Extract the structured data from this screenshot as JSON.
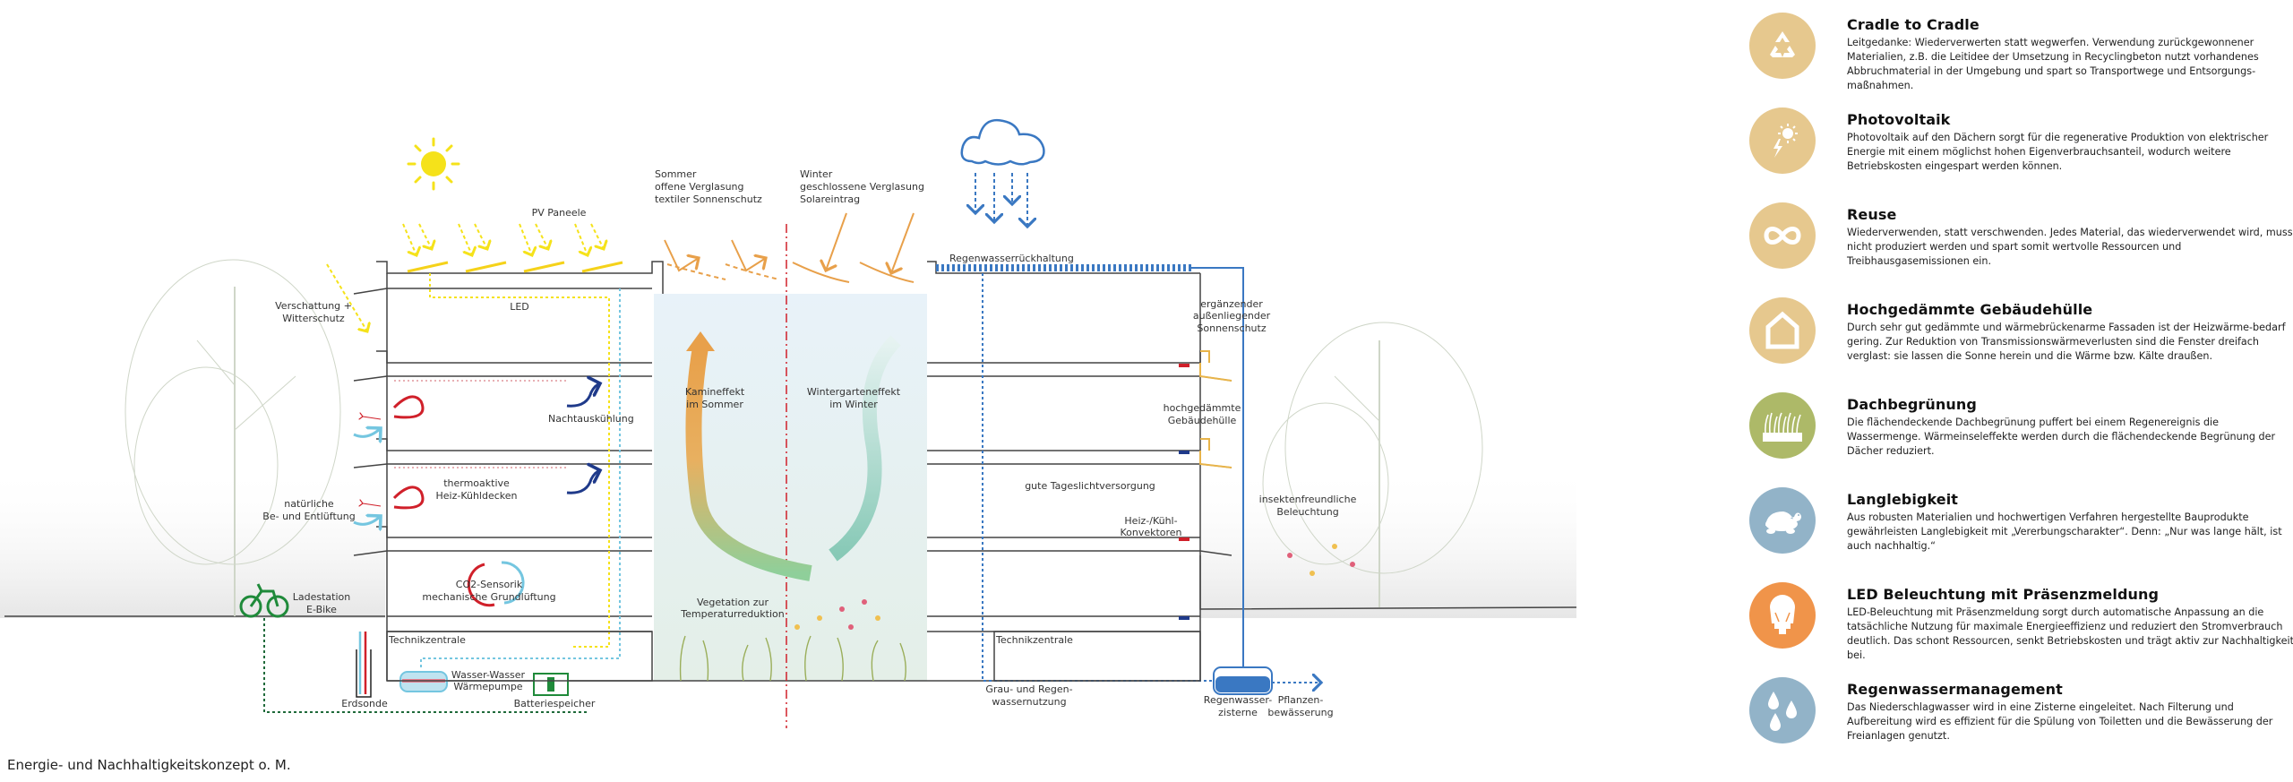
{
  "colors": {
    "tan": "#e6c88e",
    "green_roof": "#adb968",
    "blue_grey": "#92b3c8",
    "orange": "#f0944a",
    "sun_yellow": "#f5e21a",
    "orange_arrow": "#e8a04a",
    "rain_blue": "#3a78c2",
    "heat_red": "#d0202a",
    "cool_blue": "#74c6e0",
    "night_blue": "#1f3a8a",
    "bike_green": "#1f8a3a",
    "axis_red": "#d0202a"
  },
  "caption": "Energie- und Nachhaltigkeitskonzept o. M.",
  "diagram": {
    "labels": {
      "pv": "PV Paneele",
      "led": "LED",
      "shading": [
        "Verschattung +",
        "Witterschutz"
      ],
      "summer": [
        "Sommer",
        "offene Verglasung",
        "textiler Sonnenschutz"
      ],
      "winter": [
        "Winter",
        "geschlossene Verglasung",
        "Solareintrag"
      ],
      "rain_retention": "Regenwasserrückhaltung",
      "ext_shading": [
        "ergänzender",
        "außenliegender",
        "Sonnenschutz"
      ],
      "night_cooling": "Nachtauskühlung",
      "chimney": [
        "Kamineffekt",
        "im Sommer"
      ],
      "wintergarden": [
        "Wintergarteneffekt",
        "im Winter"
      ],
      "insulation": [
        "hochgedämmte",
        "Gebäudehülle"
      ],
      "thermo_ceiling": [
        "thermoaktive",
        "Heiz-Kühldecken"
      ],
      "daylight": "gute Tageslichtversorgung",
      "natural_vent": [
        "natürliche",
        "Be- und Entlüftung"
      ],
      "convectors": [
        "Heiz-/Kühl-",
        "Konvektoren"
      ],
      "insect_light": [
        "insektenfreundliche",
        "Beleuchtung"
      ],
      "co2": [
        "CO2-Sensorik",
        "mechanische Grundlüftung"
      ],
      "vegetation": [
        "Vegetation zur",
        "Temperaturreduktion"
      ],
      "ebike": [
        "Ladestation",
        "E-Bike"
      ],
      "tech_left": "Technikzentrale",
      "tech_right": "Technikzentrale",
      "heatpump": [
        "Wasser-Wasser",
        "Wärmepumpe"
      ],
      "erdsonde": "Erdsonde",
      "battery": "Batteriespeicher",
      "greywater": [
        "Grau- und Regen-",
        "wassernutzung"
      ],
      "cistern": [
        "Regenwasser-",
        "zisterne"
      ],
      "irrigation": [
        "Pflanzen-",
        "bewässerung"
      ]
    }
  },
  "legend": [
    {
      "title": "Cradle to Cradle",
      "icon": "recycle-icon",
      "color": "#e6c88e",
      "desc": "Leitgedanke: Wiederverwerten statt wegwerfen. Verwendung zurückgewonnener Materialien, z.B. die Leitidee der Umsetzung in Recyclingbeton nutzt vorhandenes Abbruchmaterial in der Umgebung und spart so Transportwege und Entsorgungs-maßnahmen."
    },
    {
      "title": "Photovoltaik",
      "icon": "solar-lightning-icon",
      "color": "#e6c88e",
      "desc": "Photovoltaik auf den Dächern sorgt für die regenerative Produktion von elektrischer Energie mit einem möglichst hohen Eigenverbrauchsanteil, wodurch weitere Betriebskosten eingespart werden können."
    },
    {
      "title": "Reuse",
      "icon": "infinity-icon",
      "color": "#e6c88e",
      "desc": "Wiederverwenden, statt verschwenden. Jedes Material, das wiederverwendet wird, muss nicht produziert werden und spart somit wertvolle Ressourcen und Treibhausgasemissionen ein."
    },
    {
      "title": "Hochgedämmte Gebäudehülle",
      "icon": "house-icon",
      "color": "#e6c88e",
      "desc": "Durch sehr gut gedämmte und wärmebrückenarme Fassaden ist der Heizwärme-bedarf gering. Zur Reduktion von Transmissionswärmeverlusten sind die Fenster dreifach verglast: sie lassen die Sonne herein und die Wärme bzw. Kälte draußen."
    },
    {
      "title": "Dachbegrünung",
      "icon": "grass-icon",
      "color": "#adb968",
      "desc": "Die flächendeckende Dachbegrünung puffert bei einem Regenereignis die Wassermenge. Wärmeinseleffekte werden durch die flächendeckende Begrünung der Dächer reduziert."
    },
    {
      "title": "Langlebigkeit",
      "icon": "turtle-icon",
      "color": "#92b3c8",
      "desc": "Aus robusten Materialien und hochwertigen Verfahren hergestellte Bauprodukte gewährleisten Langlebigkeit mit „Vererbungscharakter“. Denn: „Nur was lange hält, ist auch nachhaltig.“"
    },
    {
      "title": "LED Beleuchtung mit Präsenzmeldung",
      "icon": "light-bulb-icon",
      "color": "#f0944a",
      "desc": "LED-Beleuchtung mit Präsenzmeldung sorgt durch automatische Anpassung an die tatsächliche Nutzung für maximale Energieeffizienz und reduziert den Stromverbrauch deutlich. Das schont Ressourcen, senkt Betriebskosten und trägt aktiv zur Nachhaltigkeit bei."
    },
    {
      "title": "Regenwassermanagement",
      "icon": "water-drops-icon",
      "color": "#92b3c8",
      "desc": "Das Niederschlagwasser wird in eine Zisterne eingeleitet. Nach Filterung und Aufbereitung wird es effizient für die Spülung von Toiletten und die Bewässerung der Freianlagen genutzt."
    }
  ]
}
